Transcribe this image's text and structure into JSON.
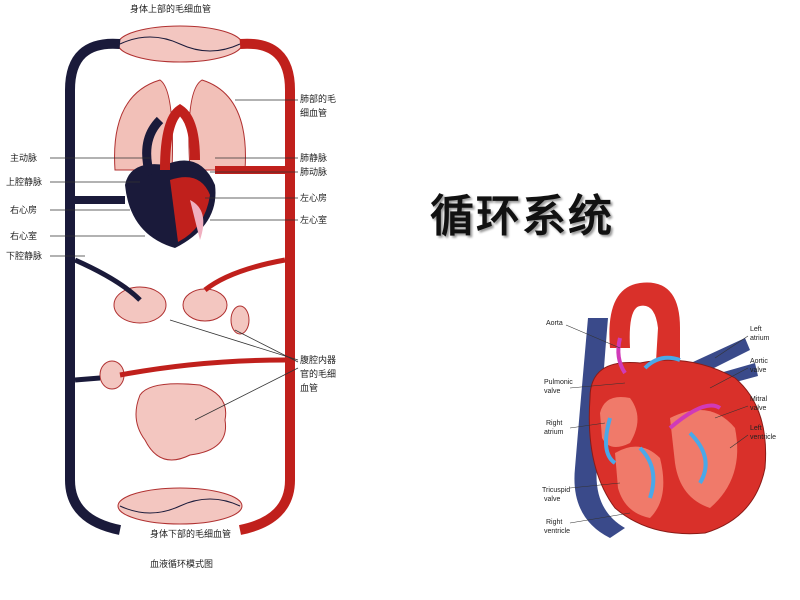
{
  "slide": {
    "title": "循环系统"
  },
  "circulation_diagram": {
    "caption": "血液循环模式图",
    "label_top": "身体上部的毛细血管",
    "label_bottom": "身体下部的毛细血管",
    "left_labels": [
      "主动脉",
      "上腔静脉",
      "右心房",
      "右心室",
      "下腔静脉"
    ],
    "right_labels": {
      "lung_cap_1": "肺部的毛",
      "lung_cap_2": "细血管",
      "pulmonary_vein": "肺静脉",
      "pulmonary_artery": "肺动脉",
      "left_atrium": "左心房",
      "left_ventricle": "左心室",
      "abdominal_1": "腹腔内器",
      "abdominal_2": "官的毛细",
      "abdominal_3": "血管"
    },
    "colors": {
      "artery": "#c0201c",
      "vein": "#1a1a3a",
      "capillary": "#f0b0a8"
    }
  },
  "heart_diagram": {
    "labels_left": [
      "Aorta",
      "Pulmonic",
      "valve",
      "Right",
      "atrium",
      "Tricuspid",
      "valve",
      "Right",
      "ventricle"
    ],
    "labels_right": [
      "Left",
      "atrium",
      "Aortic",
      "valve",
      "Mitral",
      "valve",
      "Left",
      "ventricle"
    ],
    "colors": {
      "muscle": "#d9302a",
      "vein": "#3a4a8a",
      "flow_blue": "#4aa8e8",
      "flow_magenta": "#d03ab8"
    }
  }
}
